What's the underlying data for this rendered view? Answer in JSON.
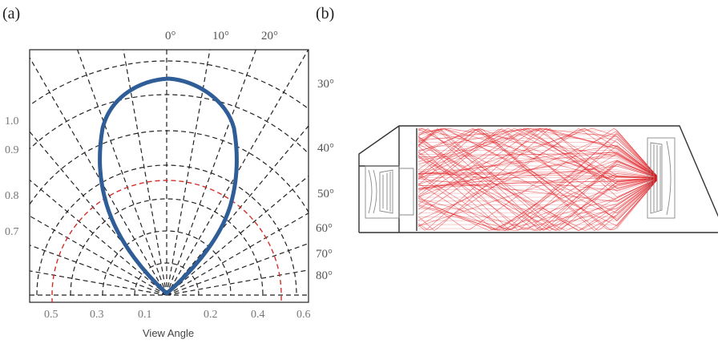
{
  "panels": {
    "a_label": "(a)",
    "b_label": "(b)"
  },
  "polar": {
    "top_angles": [
      "0°",
      "10°",
      "20°"
    ],
    "right_angles": [
      "30°",
      "40°",
      "50°",
      "60°",
      "70°",
      "80°"
    ],
    "left_radial": [
      "1.0",
      "0.9",
      "0.8",
      "0.7"
    ],
    "bottom_ticks": [
      "0.5",
      "0.3",
      "0.1",
      "0.2",
      "0.4",
      "0.6"
    ],
    "xlabel": "View Angle",
    "curve_color": "#2f5d97",
    "ref_color": "#d0302a",
    "grid_color": "#222222"
  },
  "optics": {
    "ray_color": "#e0151b",
    "outline_color": "#333333"
  }
}
